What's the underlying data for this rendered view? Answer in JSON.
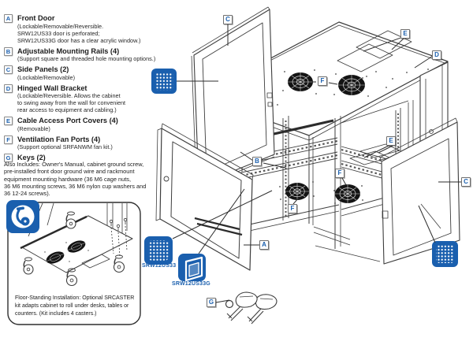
{
  "colors": {
    "accent_blue": "#1a5fae",
    "line_dark": "#3d3d3d",
    "fan_black": "#141414"
  },
  "legend": {
    "items": [
      {
        "letter": "A",
        "title": "Front Door",
        "details": [
          "(Lockable/Removable/Reversible.",
          "SRW12US33 door is perforated;",
          "SRW12US33G door has a clear acrylic window.)"
        ]
      },
      {
        "letter": "B",
        "title": "Adjustable Mounting Rails (4)",
        "details": [
          "(Support square and threaded hole mounting options.)"
        ]
      },
      {
        "letter": "C",
        "title": "Side Panels (2)",
        "details": [
          "(Lockable/Removable)"
        ]
      },
      {
        "letter": "D",
        "title": "Hinged Wall Bracket",
        "details": [
          "(Lockable/Reversible. Allows the cabinet",
          "to swing away from the wall for convenient",
          "rear access to equipment and cabling.)"
        ]
      },
      {
        "letter": "E",
        "title": "Cable Access Port Covers (4)",
        "details": [
          "(Removable)"
        ]
      },
      {
        "letter": "F",
        "title": "Ventilation Fan Ports (4)",
        "details": [
          "(Support optional SRFANWM fan kit.)"
        ]
      },
      {
        "letter": "G",
        "title": "Keys (2)",
        "details": []
      }
    ],
    "also_includes": [
      "Also Includes: Owner's Manual, cabinet ground screw,",
      "pre-installed front door ground wire and rackmount",
      "equipment mounting hardware (36 M6 cage nuts,",
      "36 M6 mounting screws, 36 M6 nylon cup washers and",
      "36 12-24 screws)."
    ]
  },
  "caster_panel": {
    "note": [
      "Floor-Standing Installation: Optional SRCASTER",
      "kit adapts cabinet to roll under desks, tables or",
      "counters. (Kit includes 4 casters.)"
    ],
    "icon": "caster-icon"
  },
  "product_badges": {
    "perforated_door_model": "SRW12US33",
    "acrylic_door_model": "SRW12US33G",
    "icons": [
      "perforated-grille-icon",
      "acrylic-window-door-icon"
    ]
  },
  "callouts": {
    "a": "A",
    "b": "B",
    "c_top": "C",
    "c_right": "C",
    "d": "D",
    "e_top": "E",
    "e_bottom": "E",
    "f_top": "F",
    "f_bottom_left": "F",
    "f_bottom_right": "F",
    "g": "G"
  }
}
